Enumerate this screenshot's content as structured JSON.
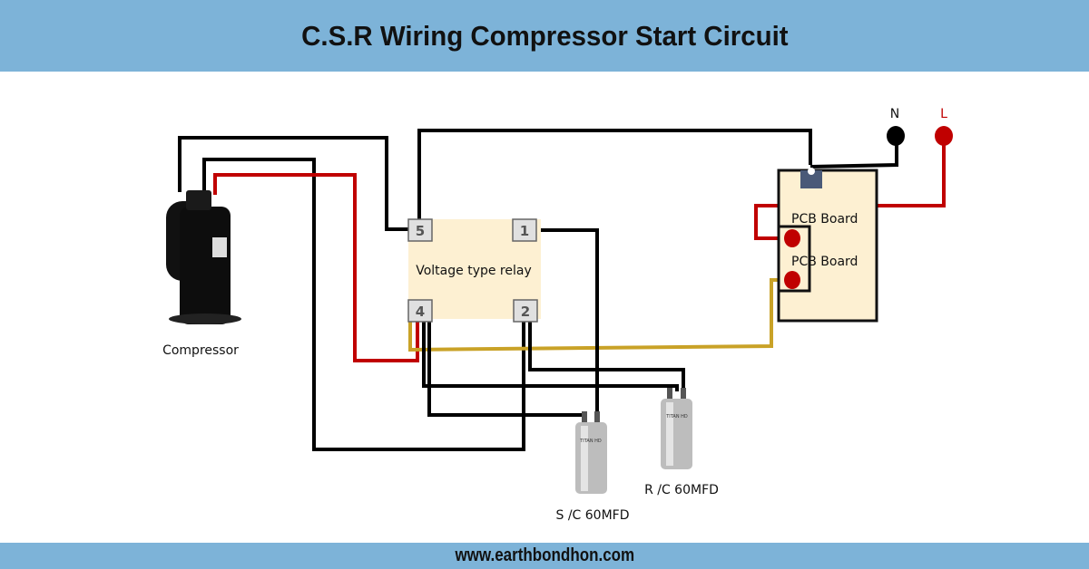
{
  "header": {
    "title": "C.S.R Wiring Compressor Start Circuit"
  },
  "footer": {
    "website": "www.earthbondhon.com"
  },
  "components": {
    "compressor": {
      "label": "Compressor"
    },
    "relay": {
      "label": "Voltage type relay",
      "terminals": [
        "5",
        "1",
        "4",
        "2"
      ]
    },
    "pcb": {
      "label_top": "PCB Board",
      "label_bottom": "PCB Board"
    },
    "power": {
      "neutral": "N",
      "live": "L"
    },
    "start_capacitor": {
      "label": "S /C 60MFD",
      "brand": "TITAN HD"
    },
    "run_capacitor": {
      "label": "R /C 60MFD",
      "brand": "TITAN HD"
    }
  },
  "colors": {
    "header_bg": "#7db3d8",
    "wire_black": "#000000",
    "wire_red": "#c00000",
    "wire_yellow": "#c9a227",
    "relay_fill": "#fdf0d2",
    "pcb_fill": "#fdf0d2"
  }
}
